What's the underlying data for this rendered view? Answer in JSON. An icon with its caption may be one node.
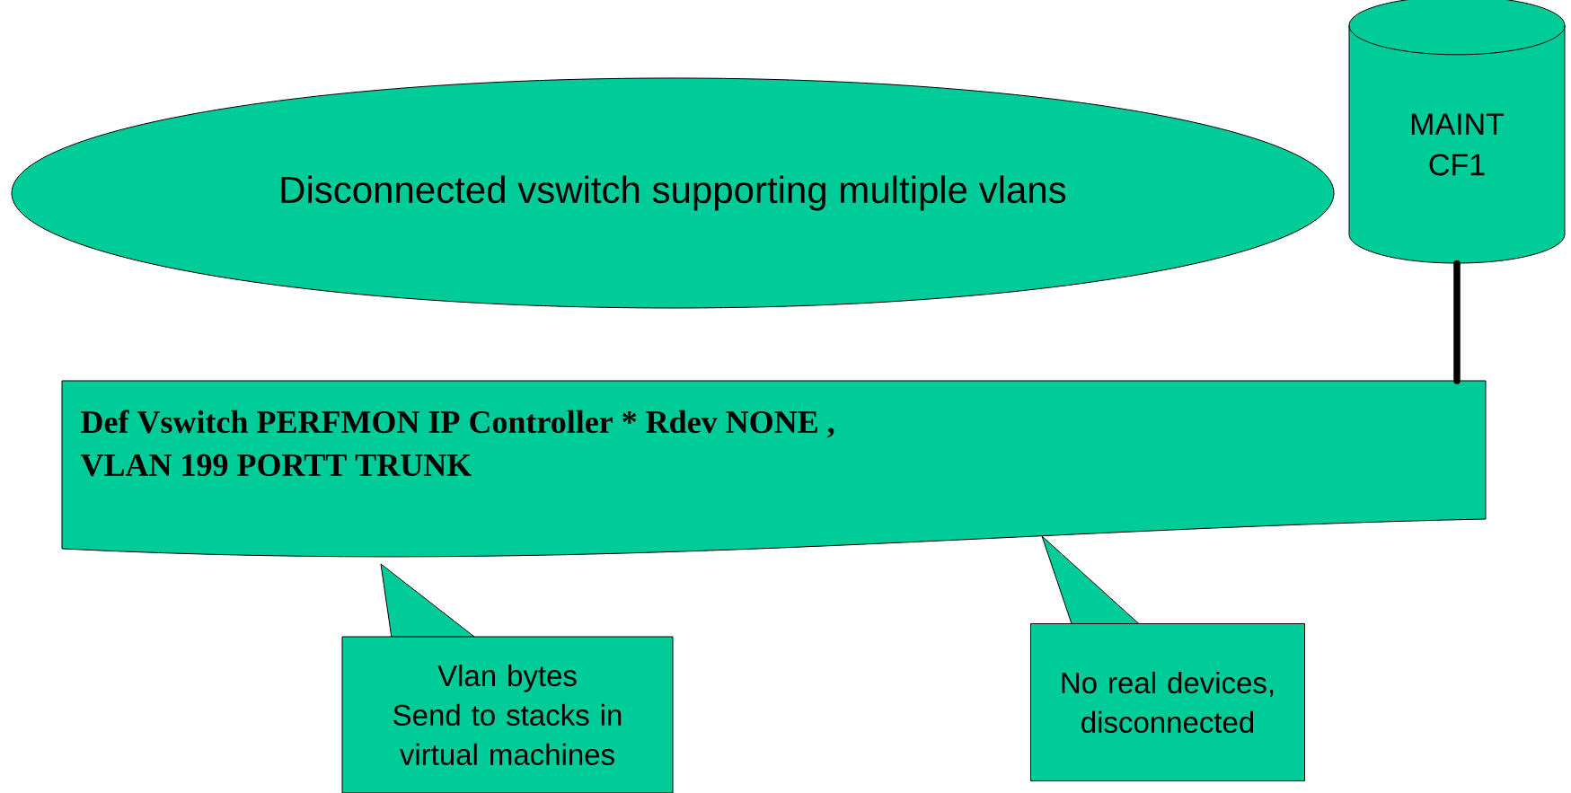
{
  "diagram": {
    "nodes": [
      {
        "text": [
          "Disconnected vswitch supporting multiple vlans"
        ]
      },
      {
        "text": [
          "MAINT CF1"
        ]
      },
      {
        "text": [
          "Def Vswitch PERFMON IP Controller * Rdev NONE ,",
          "VLAN 199  PORTT TRUNK"
        ]
      },
      {
        "text": [
          "Vlan bytes",
          "Send to stacks in virtual machines"
        ]
      },
      {
        "text": [
          "No real devices, disconnected"
        ]
      }
    ],
    "edges": [
      {
        "from": 1,
        "to": 2,
        "arrow": "none"
      }
    ]
  }
}
